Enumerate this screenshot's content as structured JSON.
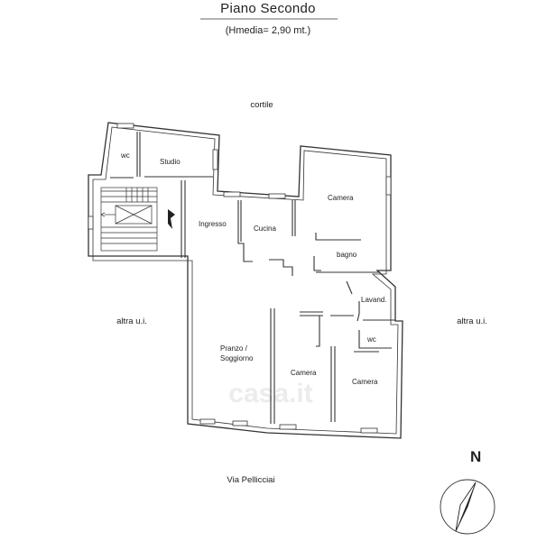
{
  "title": "Piano Secondo",
  "subtitle": "(Hmedia= 2,90 mt.)",
  "context": {
    "top": "cortile",
    "left": "altra u.i.",
    "right": "altra u.i.",
    "bottom": "Via Pellicciai"
  },
  "rooms": {
    "wc_1": "wc",
    "studio": "Studio",
    "ingresso": "Ingresso",
    "cucina": "Cucina",
    "camera_1": "Camera",
    "bagno": "bagno",
    "lavand": "Lavand.",
    "wc_2": "wc",
    "pranzo_1": "Pranzo /",
    "pranzo_2": "Soggiorno",
    "camera_2": "Camera",
    "camera_3": "Camera"
  },
  "compass": {
    "label": "N"
  },
  "watermark": "casa.it"
}
